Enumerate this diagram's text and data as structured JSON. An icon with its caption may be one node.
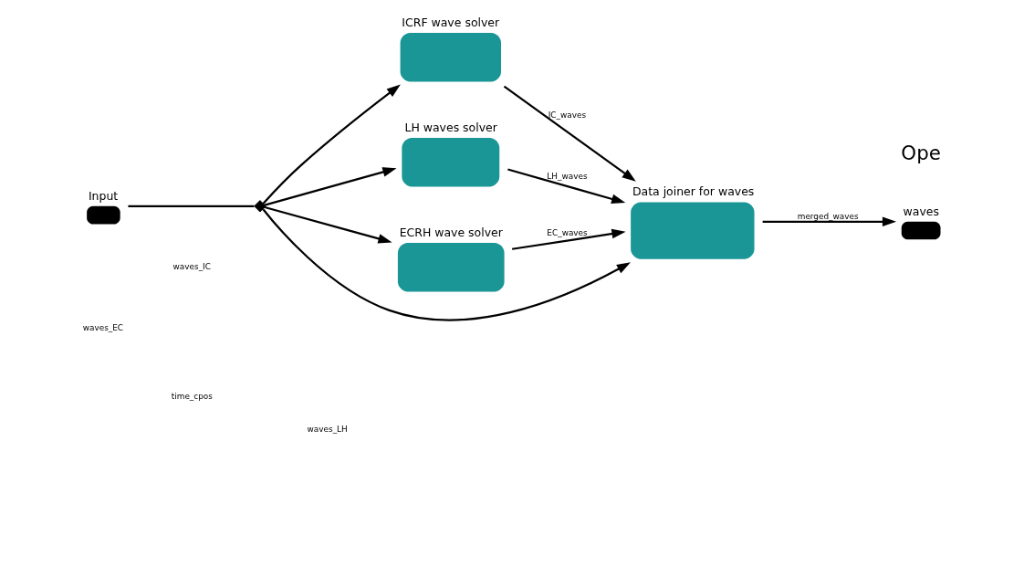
{
  "diagram": {
    "nodes": [
      {
        "text": [
          "Input"
        ]
      },
      {
        "text": [],
        "shape": "diamond"
      },
      {
        "text": [
          "ICRF wave solver"
        ]
      },
      {
        "text": [
          "LH waves solver"
        ]
      },
      {
        "text": [
          "ECRH wave solver"
        ]
      },
      {
        "text": [
          "Data joiner for waves"
        ]
      },
      {
        "text": [
          "waves"
        ]
      }
    ],
    "edges": [
      {
        "from": 0,
        "to": 1,
        "arrow": "none"
      },
      {
        "from": 1,
        "to": 2,
        "arrow": "to"
      },
      {
        "from": 1,
        "to": 3,
        "arrow": "to"
      },
      {
        "from": 1,
        "to": 4,
        "arrow": "to"
      },
      {
        "from": 1,
        "to": 5,
        "arrow": "to"
      },
      {
        "from": 2,
        "to": 5,
        "arrow": "to",
        "label": "IC_waves"
      },
      {
        "from": 3,
        "to": 5,
        "arrow": "to",
        "label": "LH_waves"
      },
      {
        "from": 4,
        "to": 5,
        "arrow": "to",
        "label": "EC_waves"
      },
      {
        "from": 5,
        "to": 6,
        "arrow": "to",
        "label": "merged_waves"
      }
    ],
    "labels": [
      "Ope",
      "waves_IC",
      "waves_LH",
      "waves_EC",
      "time_cpos"
    ]
  }
}
